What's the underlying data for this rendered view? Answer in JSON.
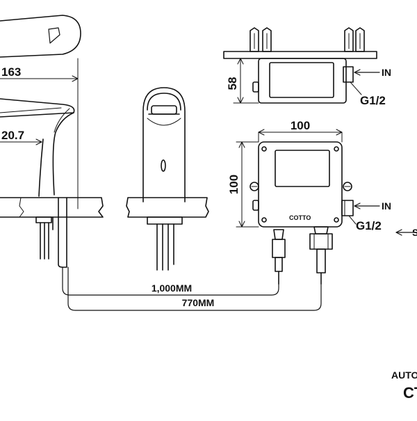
{
  "dimensions": {
    "spout_length": "163",
    "spout_angle": "20.7",
    "box_depth": "58",
    "box_width": "100",
    "box_height": "100",
    "sensor_cable": "1,000MM",
    "hose_length": "770MM"
  },
  "connections": {
    "inlet_label_top": "IN",
    "inlet_label_bottom": "IN",
    "thread_top": "G1/2",
    "thread_bottom": "G1/2",
    "outlet_partial": "S"
  },
  "brand": "COTTO",
  "title": {
    "line1_partial": "AUTO",
    "line2_partial": "CT"
  },
  "colors": {
    "line": "#111111",
    "background": "#ffffff"
  }
}
